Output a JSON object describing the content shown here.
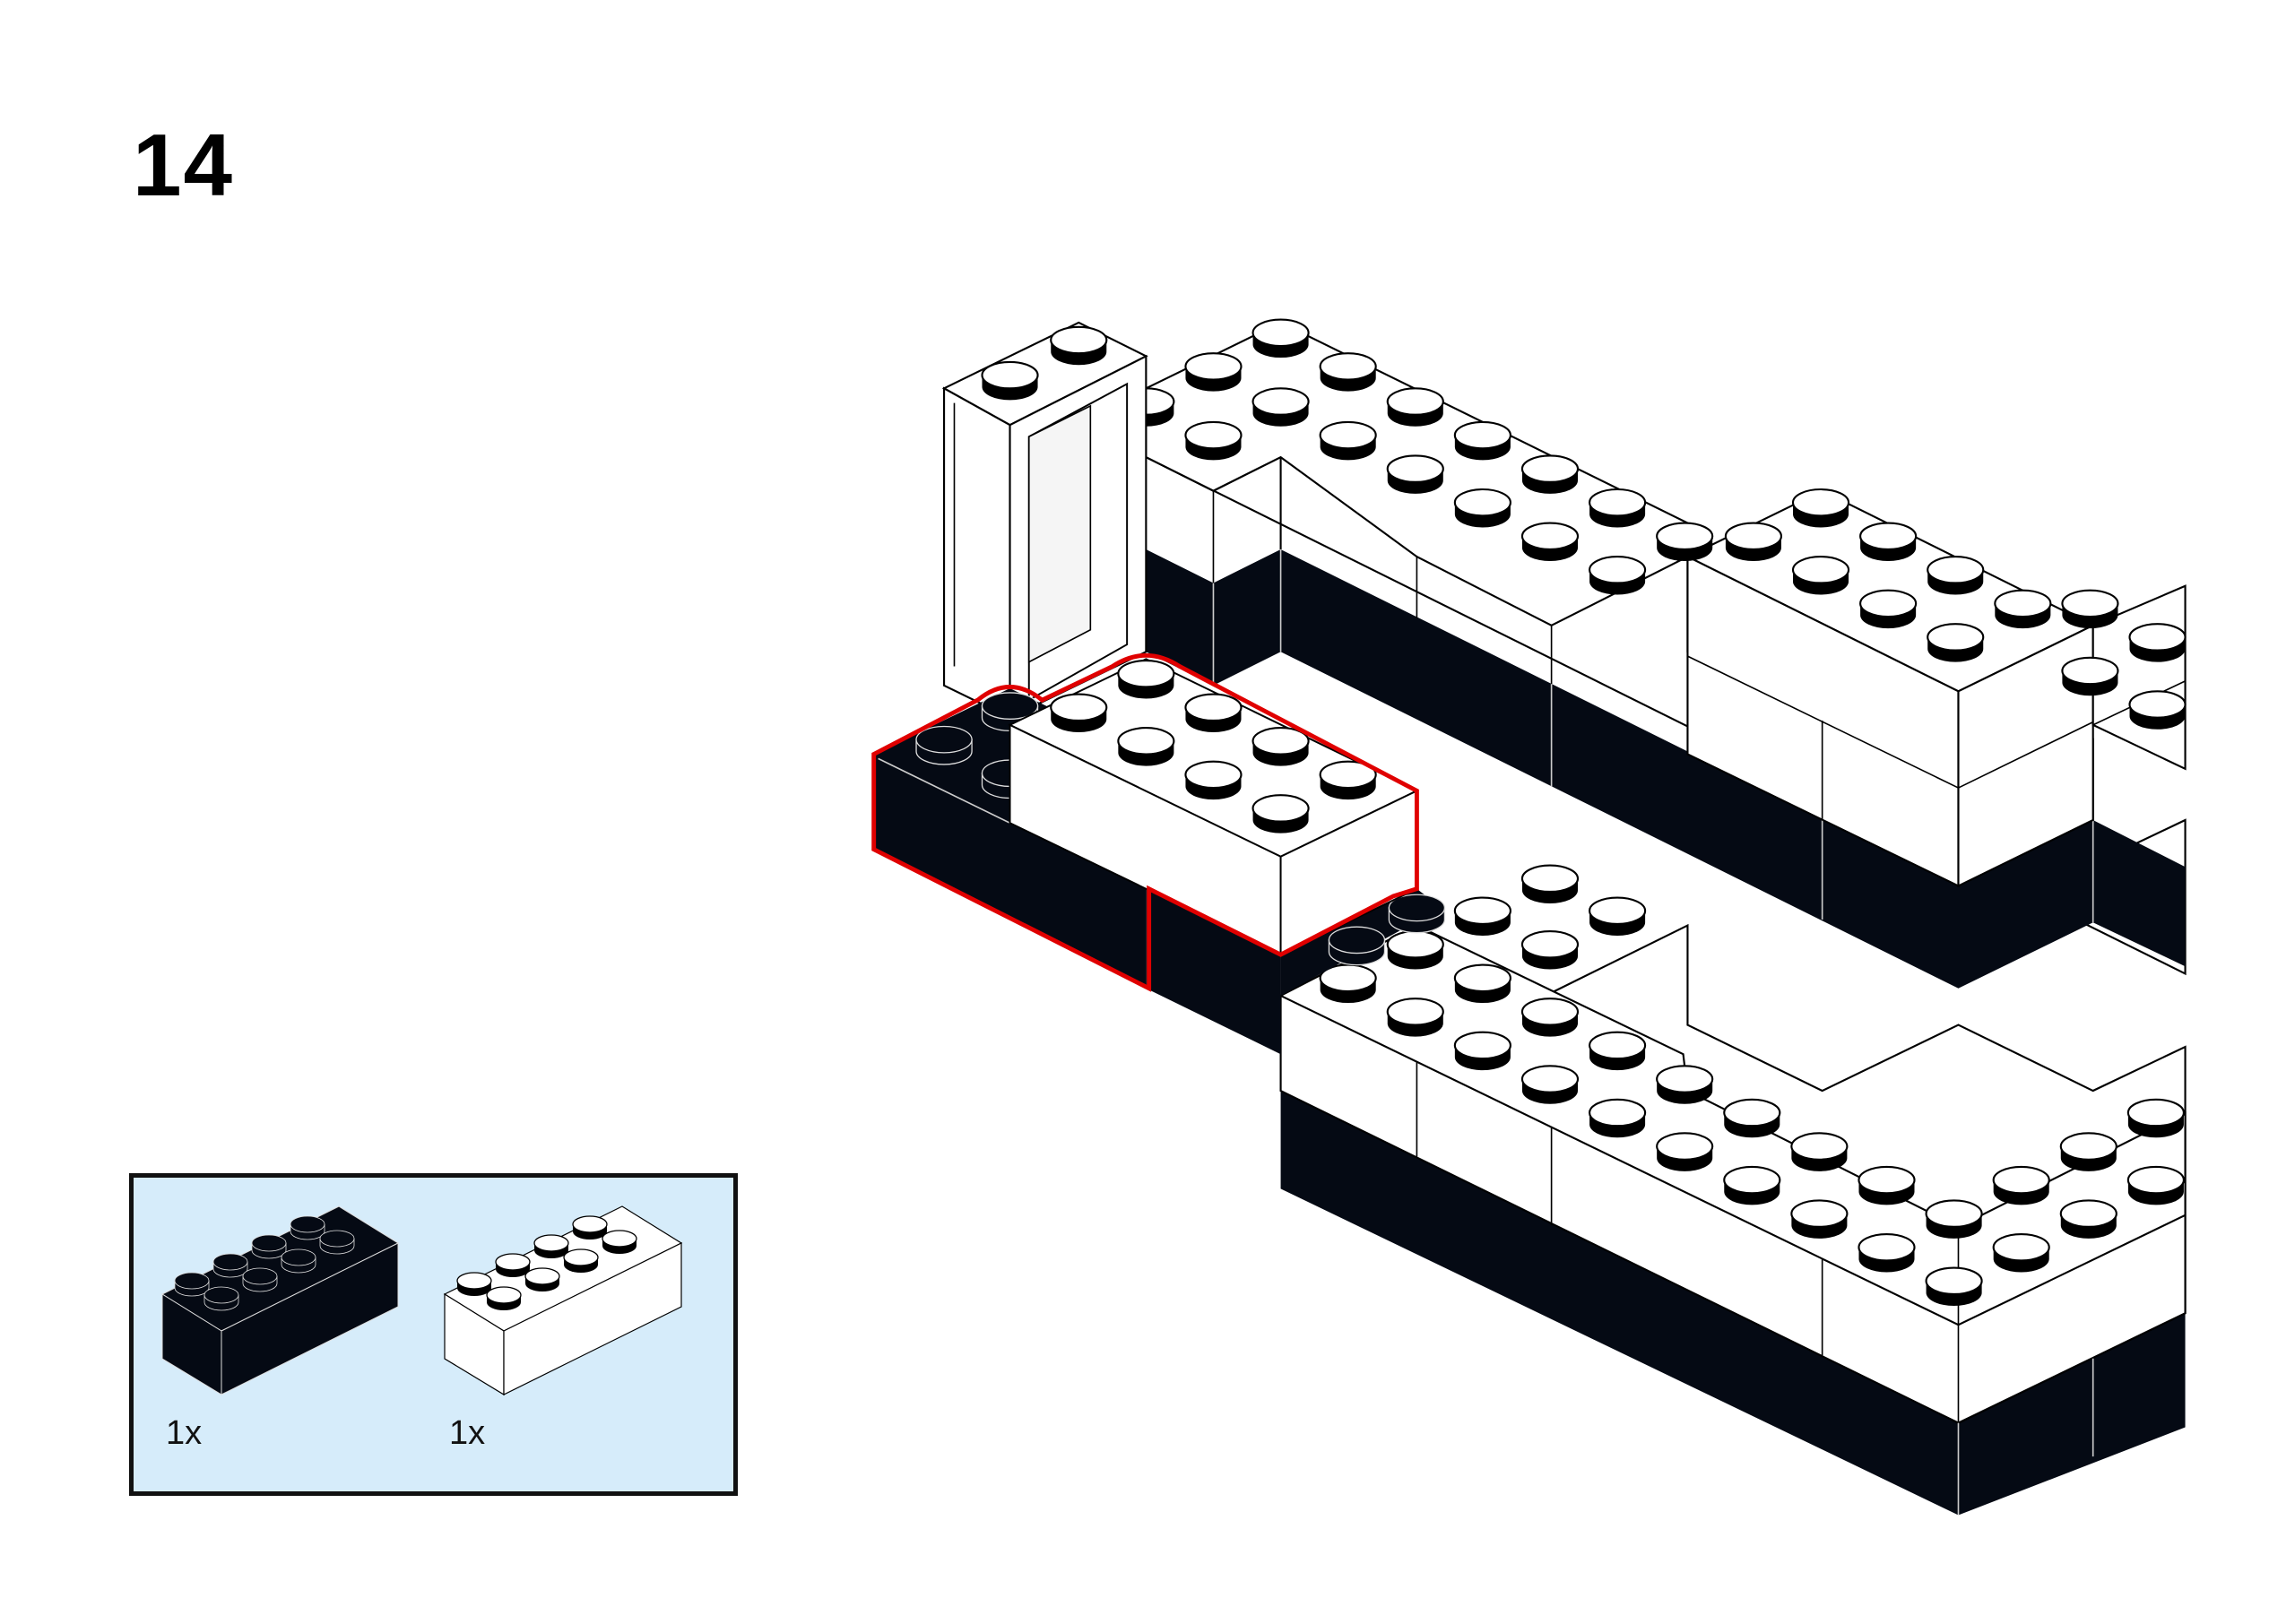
{
  "step": {
    "number": "14"
  },
  "parts_list": {
    "background_color": "#d6ecfa",
    "items": [
      {
        "part": "brick-2x4",
        "color": "#050a14",
        "quantity": "1x"
      },
      {
        "part": "brick-2x4",
        "color": "#ffffff",
        "quantity": "1x"
      }
    ]
  },
  "model": {
    "highlight_color": "#e00000",
    "brick_dark": "#050a14",
    "brick_light": "#ffffff"
  }
}
